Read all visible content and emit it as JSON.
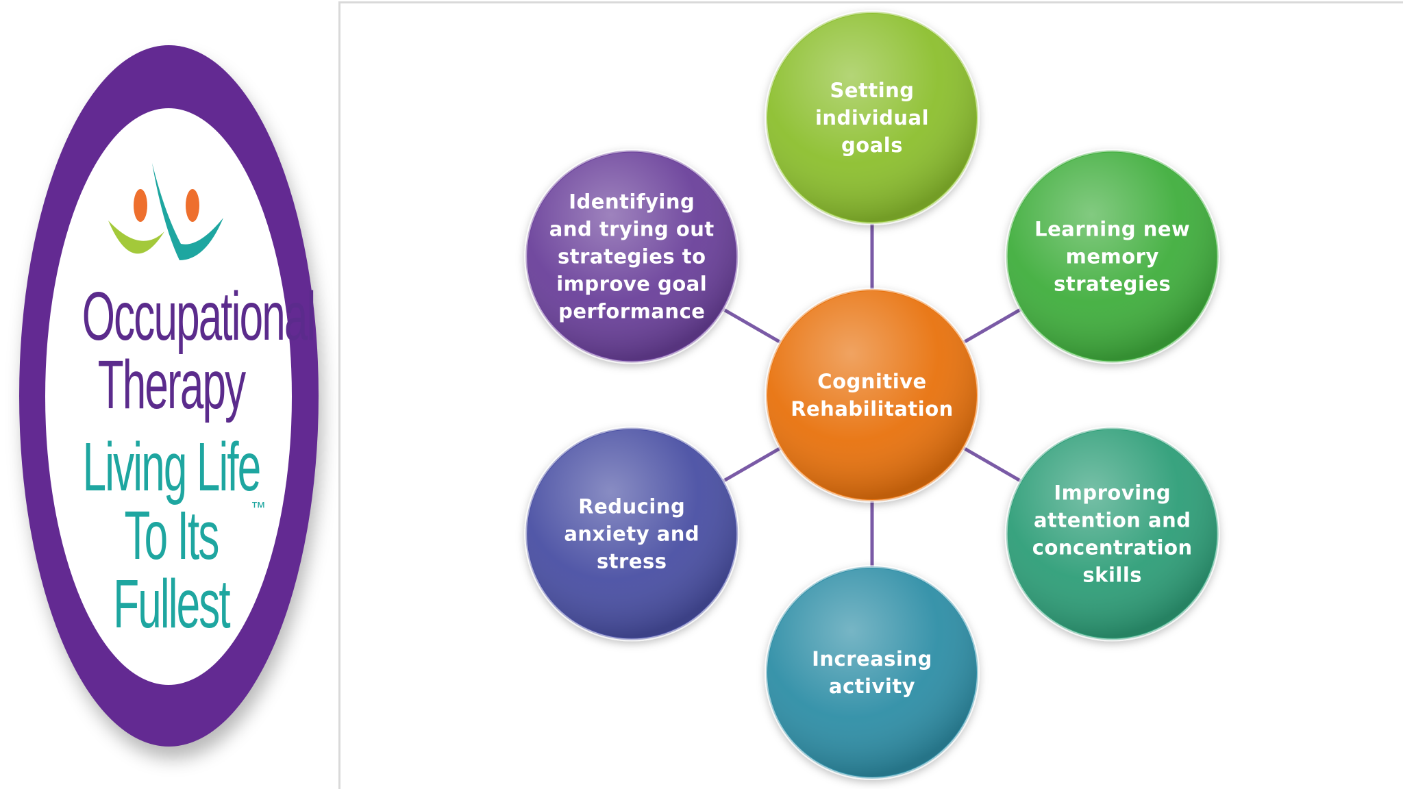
{
  "logo": {
    "line1": "Occupational",
    "line2": "Therapy",
    "line3": "Living Life",
    "line4": "To Its Fullest",
    "trademark": "™",
    "colors": {
      "ring": "#632a92",
      "purple_text": "#5b2b8c",
      "teal_text": "#1ea6a0",
      "orange": "#ee6f2d",
      "green": "#a3c93a"
    }
  },
  "diagram": {
    "center": {
      "lines": [
        "Cognitive",
        "Rehabilitation"
      ],
      "color": "#e8720c"
    },
    "nodes": [
      {
        "id": "setting-goals",
        "lines": [
          "Setting",
          "individual",
          "goals"
        ],
        "color": "#8cbf2e"
      },
      {
        "id": "memory-strategies",
        "lines": [
          "Learning new",
          "memory",
          "strategies"
        ],
        "color": "#3fae3c"
      },
      {
        "id": "attention-skills",
        "lines": [
          "Improving",
          "attention and",
          "concentration",
          "skills"
        ],
        "color": "#2f9e78"
      },
      {
        "id": "increasing-activity",
        "lines": [
          "Increasing",
          "activity"
        ],
        "color": "#2f8ea6"
      },
      {
        "id": "reducing-anxiety",
        "lines": [
          "Reducing",
          "anxiety and",
          "stress"
        ],
        "color": "#4a4fa3"
      },
      {
        "id": "identifying-strategies",
        "lines": [
          "Identifying",
          "and trying out",
          "strategies to",
          "improve goal",
          "performance"
        ],
        "color": "#6b3f9a"
      }
    ],
    "connector_color": "#7a5aa6"
  }
}
